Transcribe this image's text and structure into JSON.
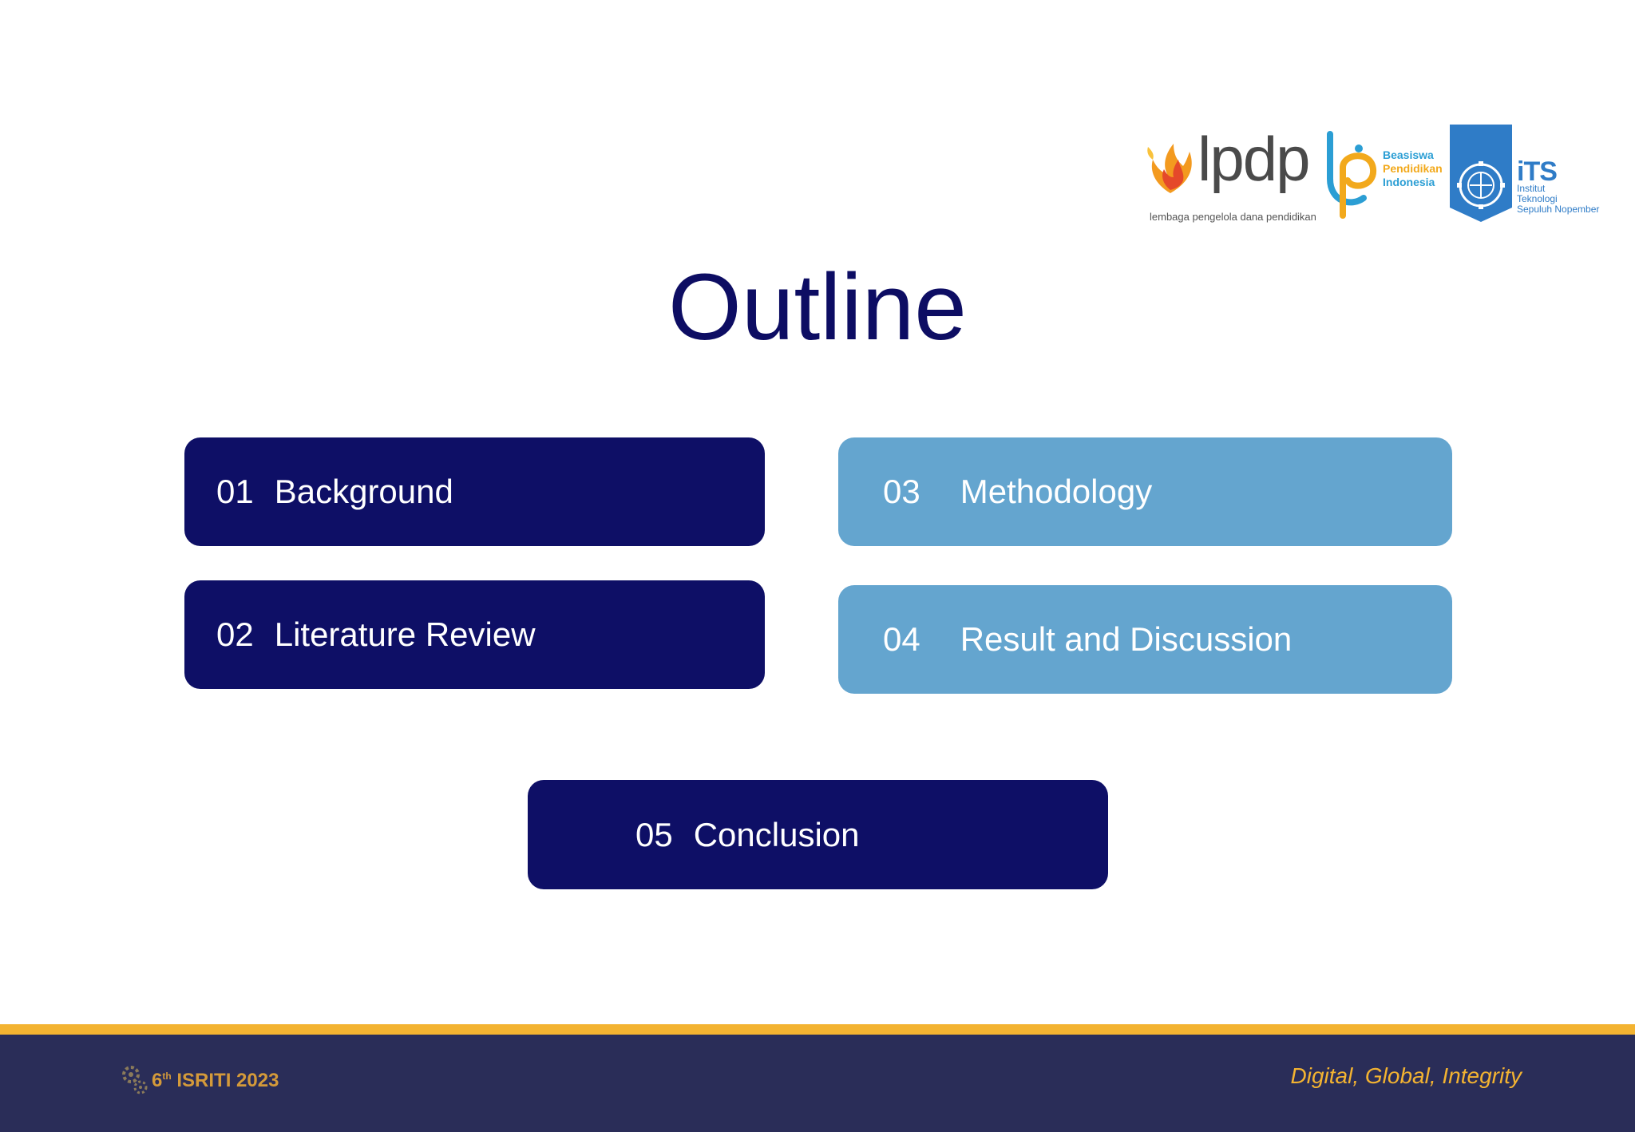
{
  "logos": {
    "lpdp_word": "lpdp",
    "lpdp_tagline": "lembaga pengelola dana pendidikan",
    "bpi_line1": "Beasiswa",
    "bpi_line2": "Pendidikan",
    "bpi_line3": "Indonesia",
    "its_name": "iTS",
    "its_sub1": "Institut",
    "its_sub2": "Teknologi",
    "its_sub3": "Sepuluh Nopember"
  },
  "title": "Outline",
  "items": [
    {
      "num": "01",
      "label": "Background"
    },
    {
      "num": "02",
      "label": "Literature Review"
    },
    {
      "num": "03",
      "label": "Methodology"
    },
    {
      "num": "04",
      "label": "Result and Discussion"
    },
    {
      "num": "05",
      "label": "Conclusion"
    }
  ],
  "footer": {
    "event_num": "6",
    "event_sup": "th",
    "event_name": "ISRITI 2023",
    "slogan": "Digital, Global, Integrity"
  },
  "colors": {
    "navy": "#0e0f66",
    "light_blue": "#64a5cf",
    "footer_bg": "#2a2d58",
    "accent_gold": "#f3b331"
  }
}
